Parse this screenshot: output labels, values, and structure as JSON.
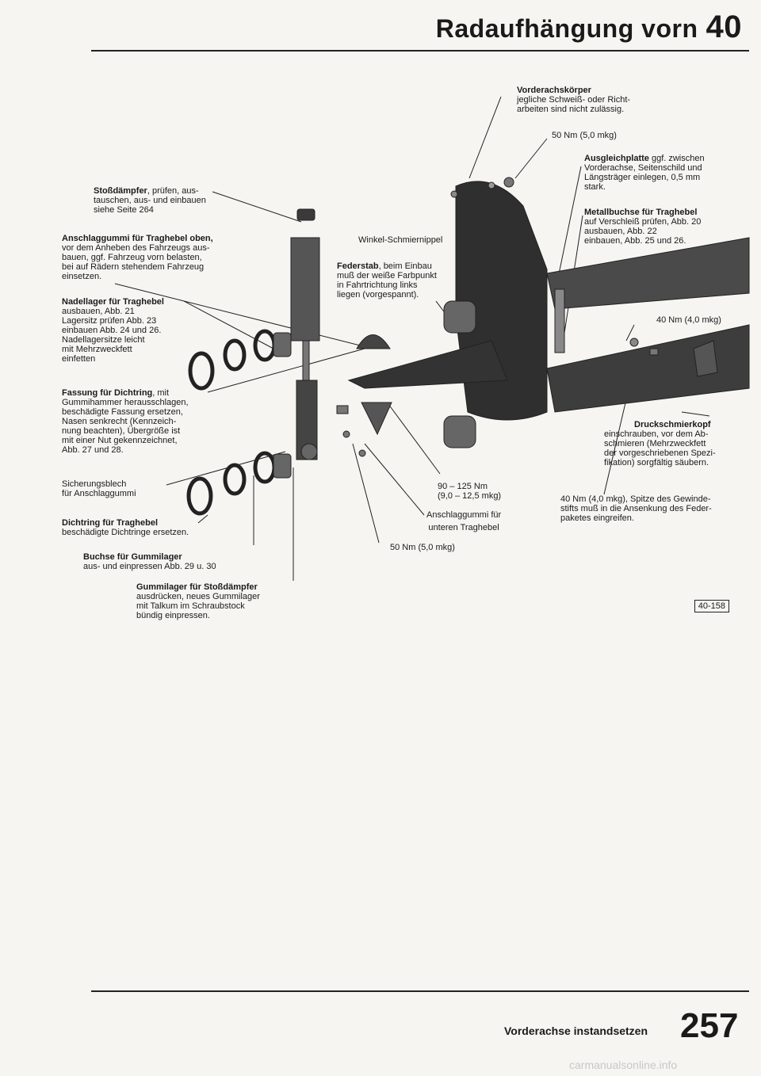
{
  "header": {
    "title": "Radaufhängung vorn",
    "number": "40"
  },
  "labels": {
    "vorderachskoerper": {
      "title": "Vorderachskörper",
      "lines": [
        "jegliche Schweiß- oder Richt-",
        "arbeiten sind nicht zulässig."
      ]
    },
    "nm50_top": "50 Nm (5,0 mkg)",
    "ausgleichplatte": {
      "title": "Ausgleichplatte",
      "rest": " ggf. zwischen",
      "lines": [
        "Vorderachse, Seitenschild und",
        "Längsträger einlegen, 0,5 mm",
        "stark."
      ]
    },
    "metallbuchse": {
      "title": "Metallbuchse für Traghebel",
      "lines": [
        "auf Verschleiß prüfen, Abb. 20",
        "ausbauen, Abb. 22",
        "einbauen, Abb. 25 und 26."
      ]
    },
    "nm40_right": "40 Nm (4,0 mkg)",
    "stossdaempfer": {
      "title": "Stoßdämpfer",
      "rest": ", prüfen, aus-",
      "lines": [
        "tauschen, aus- und einbauen",
        "siehe Seite 264"
      ]
    },
    "anschlaggummi_oben": {
      "title": "Anschlaggummi für Traghebel oben,",
      "lines": [
        "vor dem Anheben des Fahrzeugs aus-",
        "bauen, ggf. Fahrzeug vorn belasten,",
        "bei auf Rädern stehendem Fahrzeug",
        "einsetzen."
      ]
    },
    "winkel": "Winkel-Schmiernippel",
    "federstab": {
      "title": "Federstab",
      "rest": ", beim Einbau",
      "lines": [
        "muß der weiße Farbpunkt",
        "in Fahrtrichtung links",
        "liegen (vorgespannt)."
      ]
    },
    "nadellager": {
      "title": "Nadellager für Traghebel",
      "lines": [
        "ausbauen, Abb. 21",
        "Lagersitz prüfen Abb. 23",
        "einbauen Abb. 24 und 26.",
        "Nadellagersitze leicht",
        "mit Mehrzweckfett",
        "einfetten"
      ]
    },
    "fassung": {
      "title": "Fassung für Dichtring",
      "rest": ", mit",
      "lines": [
        "Gummihammer herausschlagen,",
        "beschädigte Fassung ersetzen,",
        "Nasen senkrecht (Kennzeich-",
        "nung beachten), Übergröße ist",
        "mit einer Nut gekennzeichnet,",
        "Abb. 27 und 28."
      ]
    },
    "druckschmierkopf": {
      "title": "Druckschmierkopf",
      "lines": [
        "einschrauben, vor dem Ab-",
        "schmieren (Mehrzweckfett",
        "der vorgeschriebenen Spezi-",
        "fikation) sorgfältig säubern."
      ]
    },
    "sicherungsblech": [
      "Sicherungsblech",
      "für Anschlaggummi"
    ],
    "nm90": [
      "90 – 125 Nm",
      "(9,0 – 12,5 mkg)"
    ],
    "nm40_bottom": [
      "40 Nm (4,0 mkg), Spitze des Gewinde-",
      "stifts muß in die Ansenkung des Feder-",
      "paketes eingreifen."
    ],
    "anschlaggummi_unten": [
      "Anschlaggummi für",
      "unteren Traghebel"
    ],
    "dichtring": {
      "title": "Dichtring für Traghebel",
      "lines": [
        "beschädigte Dichtringe ersetzen."
      ]
    },
    "nm50_bottom": "50 Nm (5,0 mkg)",
    "buchse": {
      "title": "Buchse für Gummilager",
      "lines": [
        "aus- und einpressen Abb. 29 u. 30"
      ]
    },
    "gummilager": {
      "title": "Gummilager für Stoßdämpfer",
      "lines": [
        "ausdrücken, neues Gummilager",
        "mit Talkum im Schraubstock",
        "bündig einpressen."
      ]
    }
  },
  "figure_ref": "40-158",
  "footer": {
    "title": "Vorderachse instandsetzen",
    "page": "257"
  },
  "watermark": "carmanualsonline.info"
}
